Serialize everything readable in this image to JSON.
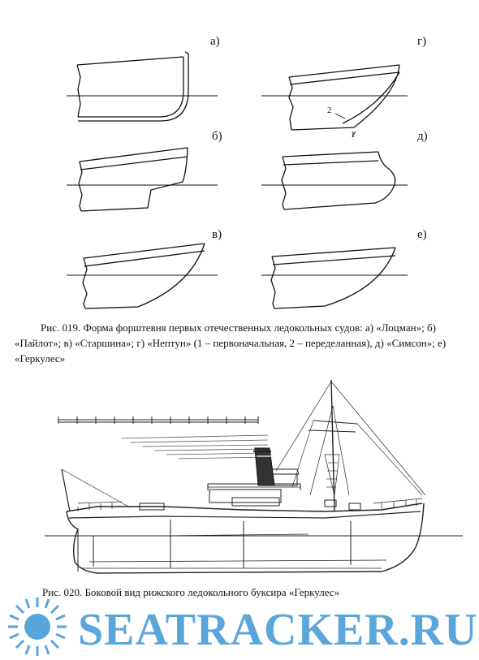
{
  "figure1": {
    "panels": [
      {
        "label": "а)"
      },
      {
        "label": "г)"
      },
      {
        "label": "б)"
      },
      {
        "label": "д)"
      },
      {
        "label": "в)"
      },
      {
        "label": "е)"
      }
    ],
    "neptun_markers": [
      "2",
      "1"
    ],
    "caption": "Рис. 019. Форма форштевня первых отечественных ледокольных судов: а) «Лоцман»; б) «Пайлот»; в) «Старшина»; г) «Нептун» (1 – первоначальная, 2 – переделанная), д) «Симсон»; е) «Геркулес»"
  },
  "figure2": {
    "caption": "Рис. 020. Боковой вид рижского ледокольного буксира «Геркулес»"
  },
  "watermark": {
    "text": "SEATRACKER.RU",
    "color": "#5aa6da",
    "icon": "sun-icon"
  }
}
